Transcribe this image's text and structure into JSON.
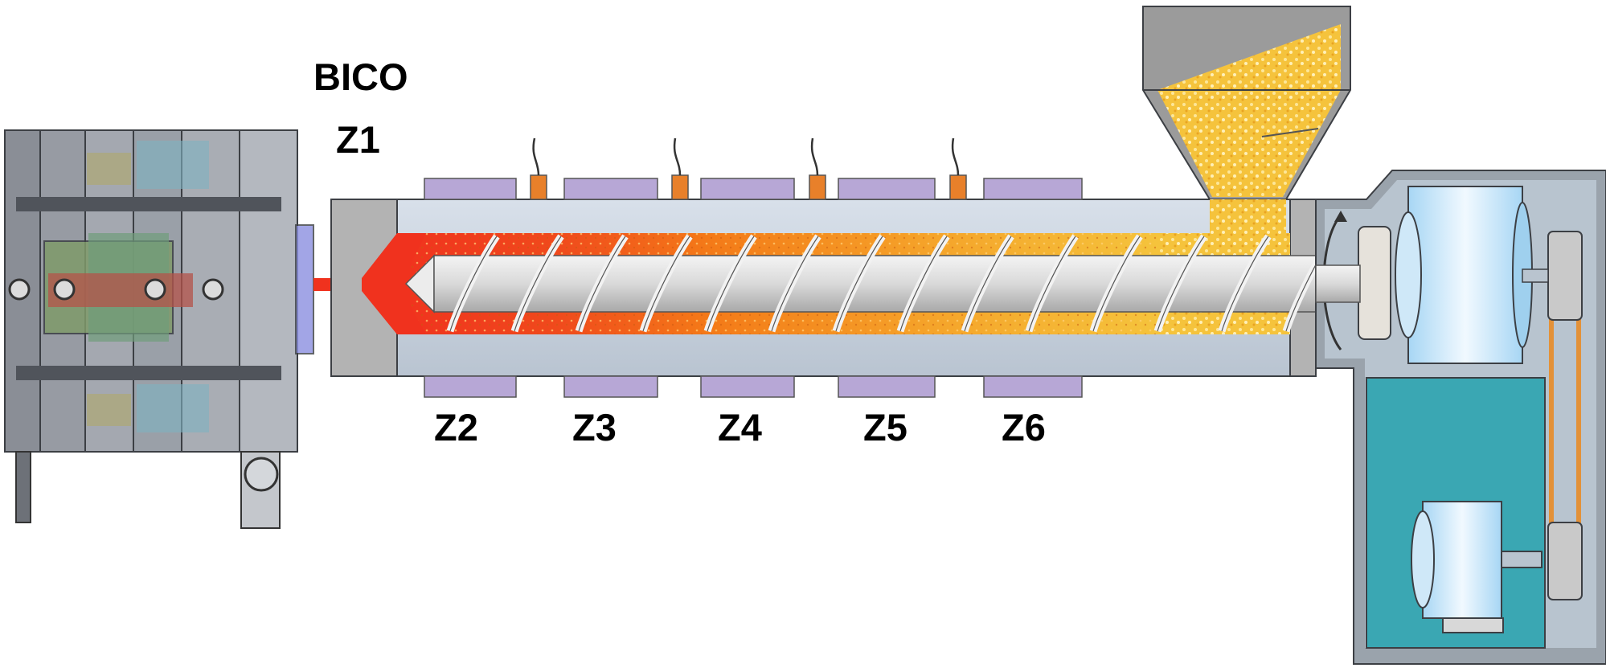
{
  "labels": {
    "bico": "BICO",
    "z1": "Z1",
    "z2": "Z2",
    "z3": "Z3",
    "z4": "Z4",
    "z5": "Z5",
    "z6": "Z6"
  },
  "colors": {
    "barrel": "#c5d0dc",
    "barrel_end": "#b3b3b3",
    "melt_red": "#f0321e",
    "melt_orange": "#f47a18",
    "granules": "#f5c33c",
    "heater_band": "#b7a7d6",
    "thermocouple": "#e8802a",
    "screw": "#e6e6e6",
    "motor_housing": "#3aa7b3",
    "motor_body": "#dcefff",
    "frame": "#9aa3ac",
    "belt": "#e39138",
    "mold": "#8f939b"
  }
}
